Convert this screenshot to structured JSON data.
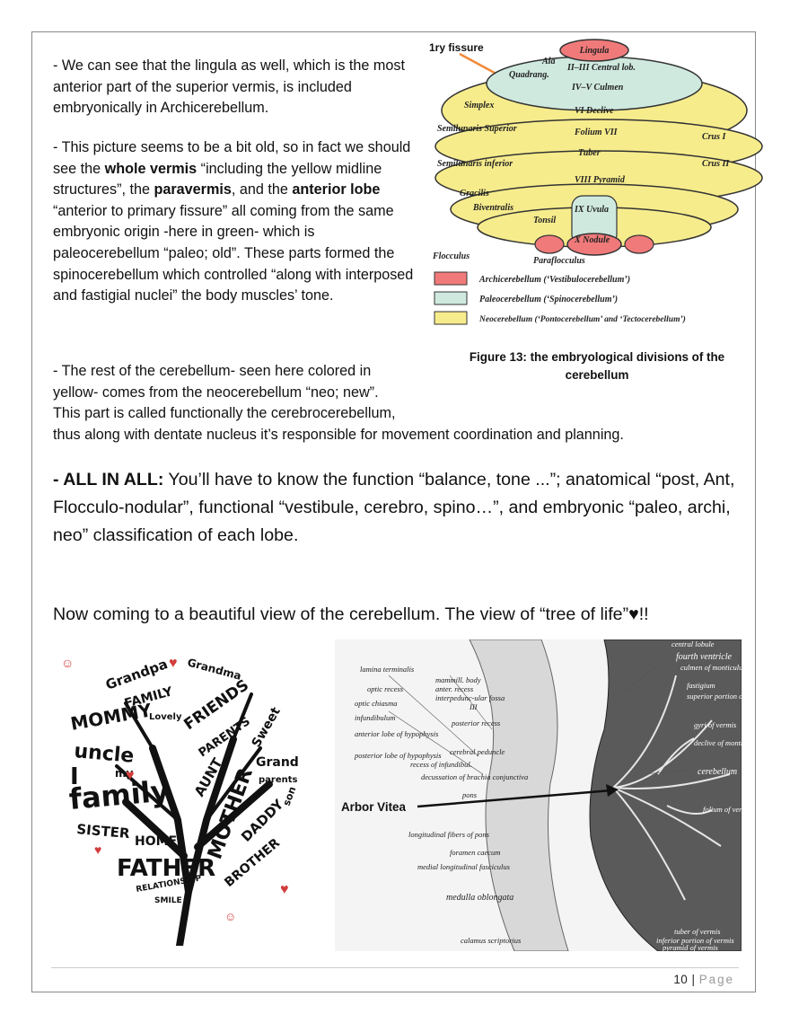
{
  "paragraphs": {
    "p1": "- We can see that the lingula as well, which is the most anterior part of the superior vermis, is included embryonically in Archicerebellum.",
    "p2_a": "-   This picture seems to be a bit old, so in fact we should see the ",
    "p2_b1": "whole vermis",
    "p2_c": " “including the yellow midline structures”, the ",
    "p2_b2": "paravermis",
    "p2_d": ", and the ",
    "p2_b3": "anterior lobe",
    "p2_e": " “anterior to primary fissure” all coming from the same embryonic origin -here in green- which is paleocerebellum “paleo; old”. These parts formed the spinocerebellum which controlled “along with interposed and fastigial nuclei” the body muscles’ tone.",
    "p3": "- The rest of the cerebellum- seen here colored in yellow- comes from the neocerebellum “neo; new”. This part is called functionally the cerebrocerebellum, thus along with dentate nucleus it’s responsible for movement coordination and planning.",
    "p4_bold": "- ALL IN ALL:",
    "p4_rest": " You’ll have to know the function “balance, tone ...”; anatomical “post, Ant, Flocculo-nodular”, functional “vestibule, cerebro, spino…”, and embryonic “paleo, archi, neo” classification of each lobe.",
    "p5": "Now coming to a beautiful view of the cerebellum. The view of “tree of life”♥!!"
  },
  "figure13": {
    "caption": "Figure 13: the embryological divisions of the cerebellum",
    "annotation": "1ry fissure",
    "labels": {
      "lingula": "Lingula",
      "ala": "Ala",
      "central_lob": "II–III Central lob.",
      "quadrang": "Quadrang.",
      "culmen": "IV–V Culmen",
      "simplex": "Simplex",
      "declive": "VI Declive",
      "semilunaris_superior": "Semilunaris Superior",
      "folium": "Folium VII",
      "crus1": "Crus I",
      "tuber": "Tuber",
      "crus2": "Crus II",
      "semilunaris_inferior": "Semilunaris inferior",
      "pyramid": "VIII Pyramid",
      "gracilis": "Gracilis",
      "biventralis": "Biventralis",
      "uvula": "IX Uvula",
      "tonsil": "Tonsil",
      "nodule": "X Nodule",
      "flocculus": "Flocculus",
      "paraflocculus": "Paraflocculus"
    },
    "legend": [
      {
        "label": "Archicerebellum (‘Vestibulocerebellum’)",
        "color": "#f07a7a"
      },
      {
        "label": "Paleocerebellum (‘Spinocerebellum’)",
        "color": "#cfe9df"
      },
      {
        "label": "Neocerebellum (‘Pontocerebellum’ and ‘Tectocerebellum’)",
        "color": "#f7ec8c"
      }
    ]
  },
  "tree": {
    "words": [
      "Grandpa",
      "Grandma",
      "FAMILY",
      "Lovely",
      "MOMMY",
      "FRIENDS",
      "PARENTS",
      "Sweet",
      "uncle",
      "I",
      "my",
      "family",
      "AUNT",
      "Grand",
      "parents",
      "MOTHER",
      "SISTER",
      "HOME",
      "DADDY",
      "son",
      "FATHER",
      "BROTHER",
      "RELATIONSHIP",
      "SMILE"
    ]
  },
  "brain": {
    "arbor_label": "Arbor Vitea",
    "labels_left": [
      "lamina terminalis",
      "optic recess",
      "optic chiasma",
      "infundibulum",
      "anterior lobe of hypophysis",
      "posterior lobe of hypophysis",
      "recess of infundibul."
    ],
    "labels_mid": [
      "mammill. body",
      "anter. recess",
      "interpedunc-ular fossa",
      "III",
      "posterior recess",
      "cerebral peduncle",
      "decussation of brachia conjunctiva",
      "pons",
      "longitudinal fibers of pons",
      "foramen caecum",
      "medial longitudinal fasciculus",
      "medulla oblongata",
      "calamus scriptorius"
    ],
    "labels_right": [
      "central lobule",
      "fourth ventricle",
      "culmen of monticulus",
      "fastigium",
      "superior portion of vermis",
      "gyri of vermis",
      "declive of monticulus",
      "cerebellum",
      "folium of vermis",
      "tuber of vermis",
      "inferior portion of vermis",
      "pyramid of vermis"
    ]
  },
  "footer": {
    "page_number": "10",
    "separator": "|",
    "page_word": "Page"
  }
}
